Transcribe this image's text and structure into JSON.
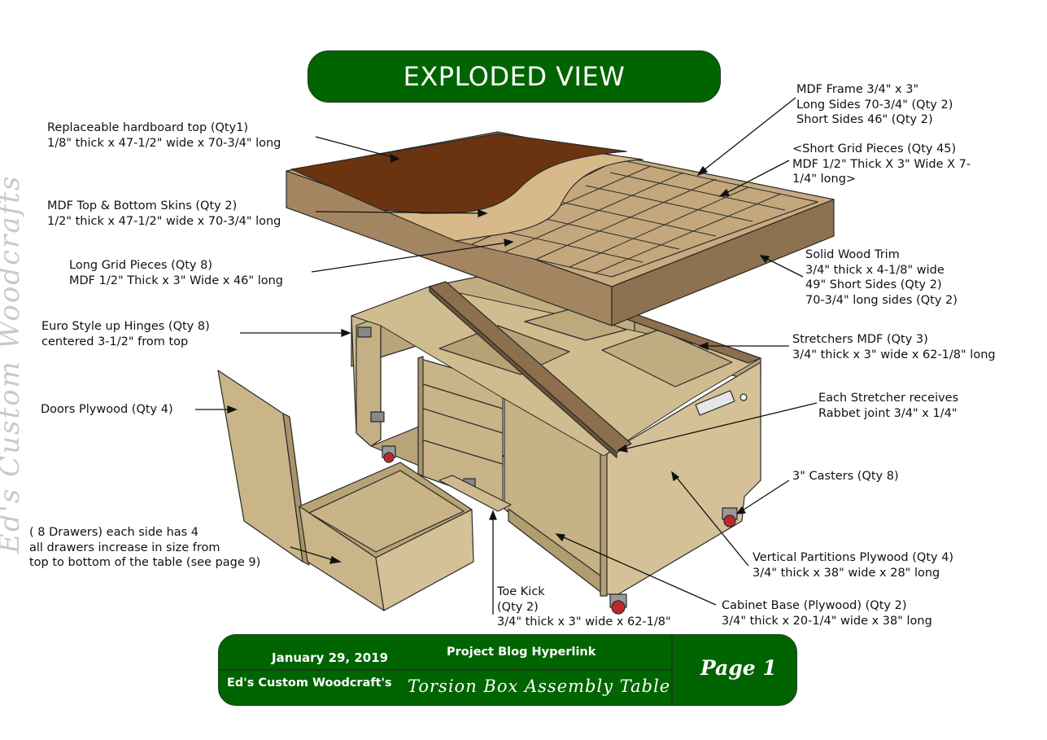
{
  "title": "EXPLODED VIEW",
  "watermark": "Ed's Custom Woodcrafts",
  "labels": {
    "hardboard_top": [
      "Replaceable hardboard top (Qty1)",
      "1/8\" thick x 47-1/2\" wide x 70-3/4\" long"
    ],
    "mdf_skins": [
      "MDF Top & Bottom Skins (Qty 2)",
      "1/2\" thick x 47-1/2\" wide x 70-3/4\" long"
    ],
    "long_grid": [
      "Long Grid Pieces (Qty 8)",
      "MDF 1/2\" Thick x 3\" Wide x 46\" long"
    ],
    "hinges": [
      "Euro Style up Hinges (Qty 8)",
      "centered 3-1/2\" from top"
    ],
    "doors": [
      "Doors Plywood (Qty 4)"
    ],
    "drawers": [
      "( 8 Drawers) each side has 4",
      "all drawers increase in size from",
      "top to bottom of the table (see page 9)"
    ],
    "mdf_frame": [
      "MDF Frame 3/4\" x 3\"",
      "Long Sides 70-3/4\" (Qty 2)",
      "Short Sides 46\" (Qty 2)"
    ],
    "short_grid": [
      "<Short Grid Pieces (Qty 45)",
      "MDF 1/2\" Thick X 3\" Wide X 7-",
      "1/4\" long>"
    ],
    "solid_trim": [
      "Solid Wood Trim",
      "3/4\" thick x 4-1/8\" wide",
      "49\" Short Sides (Qty 2)",
      "70-3/4\" long sides (Qty 2)"
    ],
    "stretchers": [
      "Stretchers MDF (Qty 3)",
      "3/4\" thick x 3\" wide x 62-1/8\" long"
    ],
    "rabbet": [
      "Each Stretcher receives",
      "Rabbet joint 3/4\" x 1/4\""
    ],
    "casters": [
      "3\" Casters (Qty 8)"
    ],
    "partitions": [
      "Vertical Partitions Plywood (Qty 4)",
      "3/4\" thick x 38\" wide x 28\" long"
    ],
    "toe_kick": [
      "Toe Kick",
      "(Qty 2)",
      "3/4\" thick x 3\" wide x 62-1/8\""
    ],
    "base": [
      "Cabinet Base (Plywood) (Qty 2)",
      "3/4\" thick x 20-1/4\" wide x 38\" long"
    ]
  },
  "footer": {
    "date": "January 29, 2019",
    "link": "Project Blog Hyperlink",
    "brand": "Ed's Custom Woodcraft's",
    "project": "Torsion Box Assembly Table",
    "page": "Page 1"
  },
  "colors": {
    "banner_green": "#006400",
    "hardboard": "#6b3410",
    "plywood": "#c9b587",
    "trim": "#8a6e4e",
    "mdf": "#c8aa7f"
  }
}
